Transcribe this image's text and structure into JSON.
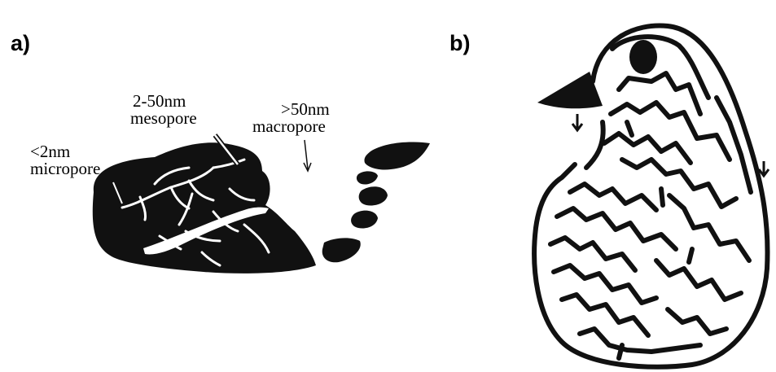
{
  "panels": {
    "a": {
      "label": "a)",
      "annotations": {
        "micropore_size": "<2nm",
        "micropore_name": "micropore",
        "mesopore_size": "2-50nm",
        "mesopore_name": "mesopore",
        "macropore_size": ">50nm",
        "macropore_name": "macropore"
      }
    },
    "b": {
      "label": "b)"
    }
  },
  "colors": {
    "ink": "#111111",
    "background": "#ffffff"
  }
}
